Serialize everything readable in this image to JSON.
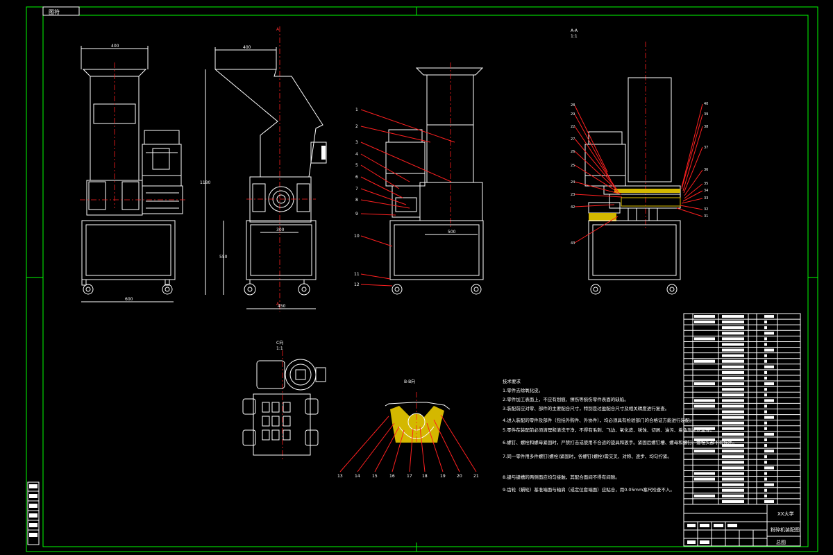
{
  "drawing": {
    "corner_tag": "图符",
    "section_aa": {
      "label": "A-A",
      "scale": "1:1"
    },
    "view_c": {
      "label": "C向",
      "scale": "1:1"
    },
    "section_bb": {
      "label": "B-B向"
    }
  },
  "technical_requirements": {
    "heading": "技术要求",
    "items": [
      "1.零件去除氧化皮。",
      "2.零件加工表面上，不应有划痕、擦伤等损伤零件表面的缺陷。",
      "3.装配前应对零、部件的主要配合尺寸，特别是过盈配合尺寸及相关精度进行复查。",
      "4.进入装配的零件及部件（包括外购件、外协件），均必须具有检验部门的合格证方能进行装配。",
      "5.零件在装配前必须清理和清洗干净，不得有毛刺、飞边、氧化皮、锈蚀、切屑、油污、着色剂和灰尘等。",
      "6.螺钉、螺栓和螺母紧固时，严禁打击或使用不合适的旋具和扳手。紧固后螺钉槽、螺母和螺钉、螺栓头部不得损坏。",
      "7.同一零件用多件螺钉(螺栓)紧固时，各螺钉(螺栓)需交叉、对称、逐步、均匀拧紧。",
      "8.键与键槽的两侧面应均匀接触，其配合面间不得有间隙。",
      "9.齿轮（蜗轮）基准端面与轴肩（或定位套端面）应贴合，用0.05mm塞尺检查不入。"
    ]
  },
  "title_block": {
    "school": "XX大学",
    "drawing_name": "粉碎机装配图",
    "sheet": "总图"
  },
  "part_numbers_left": [
    "1",
    "2",
    "3",
    "4",
    "5",
    "6",
    "7",
    "8",
    "9",
    "10",
    "11",
    "12"
  ],
  "part_numbers_right": [
    "28",
    "29",
    "22",
    "27",
    "26",
    "25",
    "24",
    "23",
    "42",
    "43",
    "40",
    "39",
    "38",
    "37",
    "36",
    "35",
    "34",
    "33",
    "32",
    "31"
  ],
  "part_numbers_bb": [
    "13",
    "14",
    "15",
    "16",
    "17",
    "18",
    "19",
    "20",
    "21"
  ]
}
